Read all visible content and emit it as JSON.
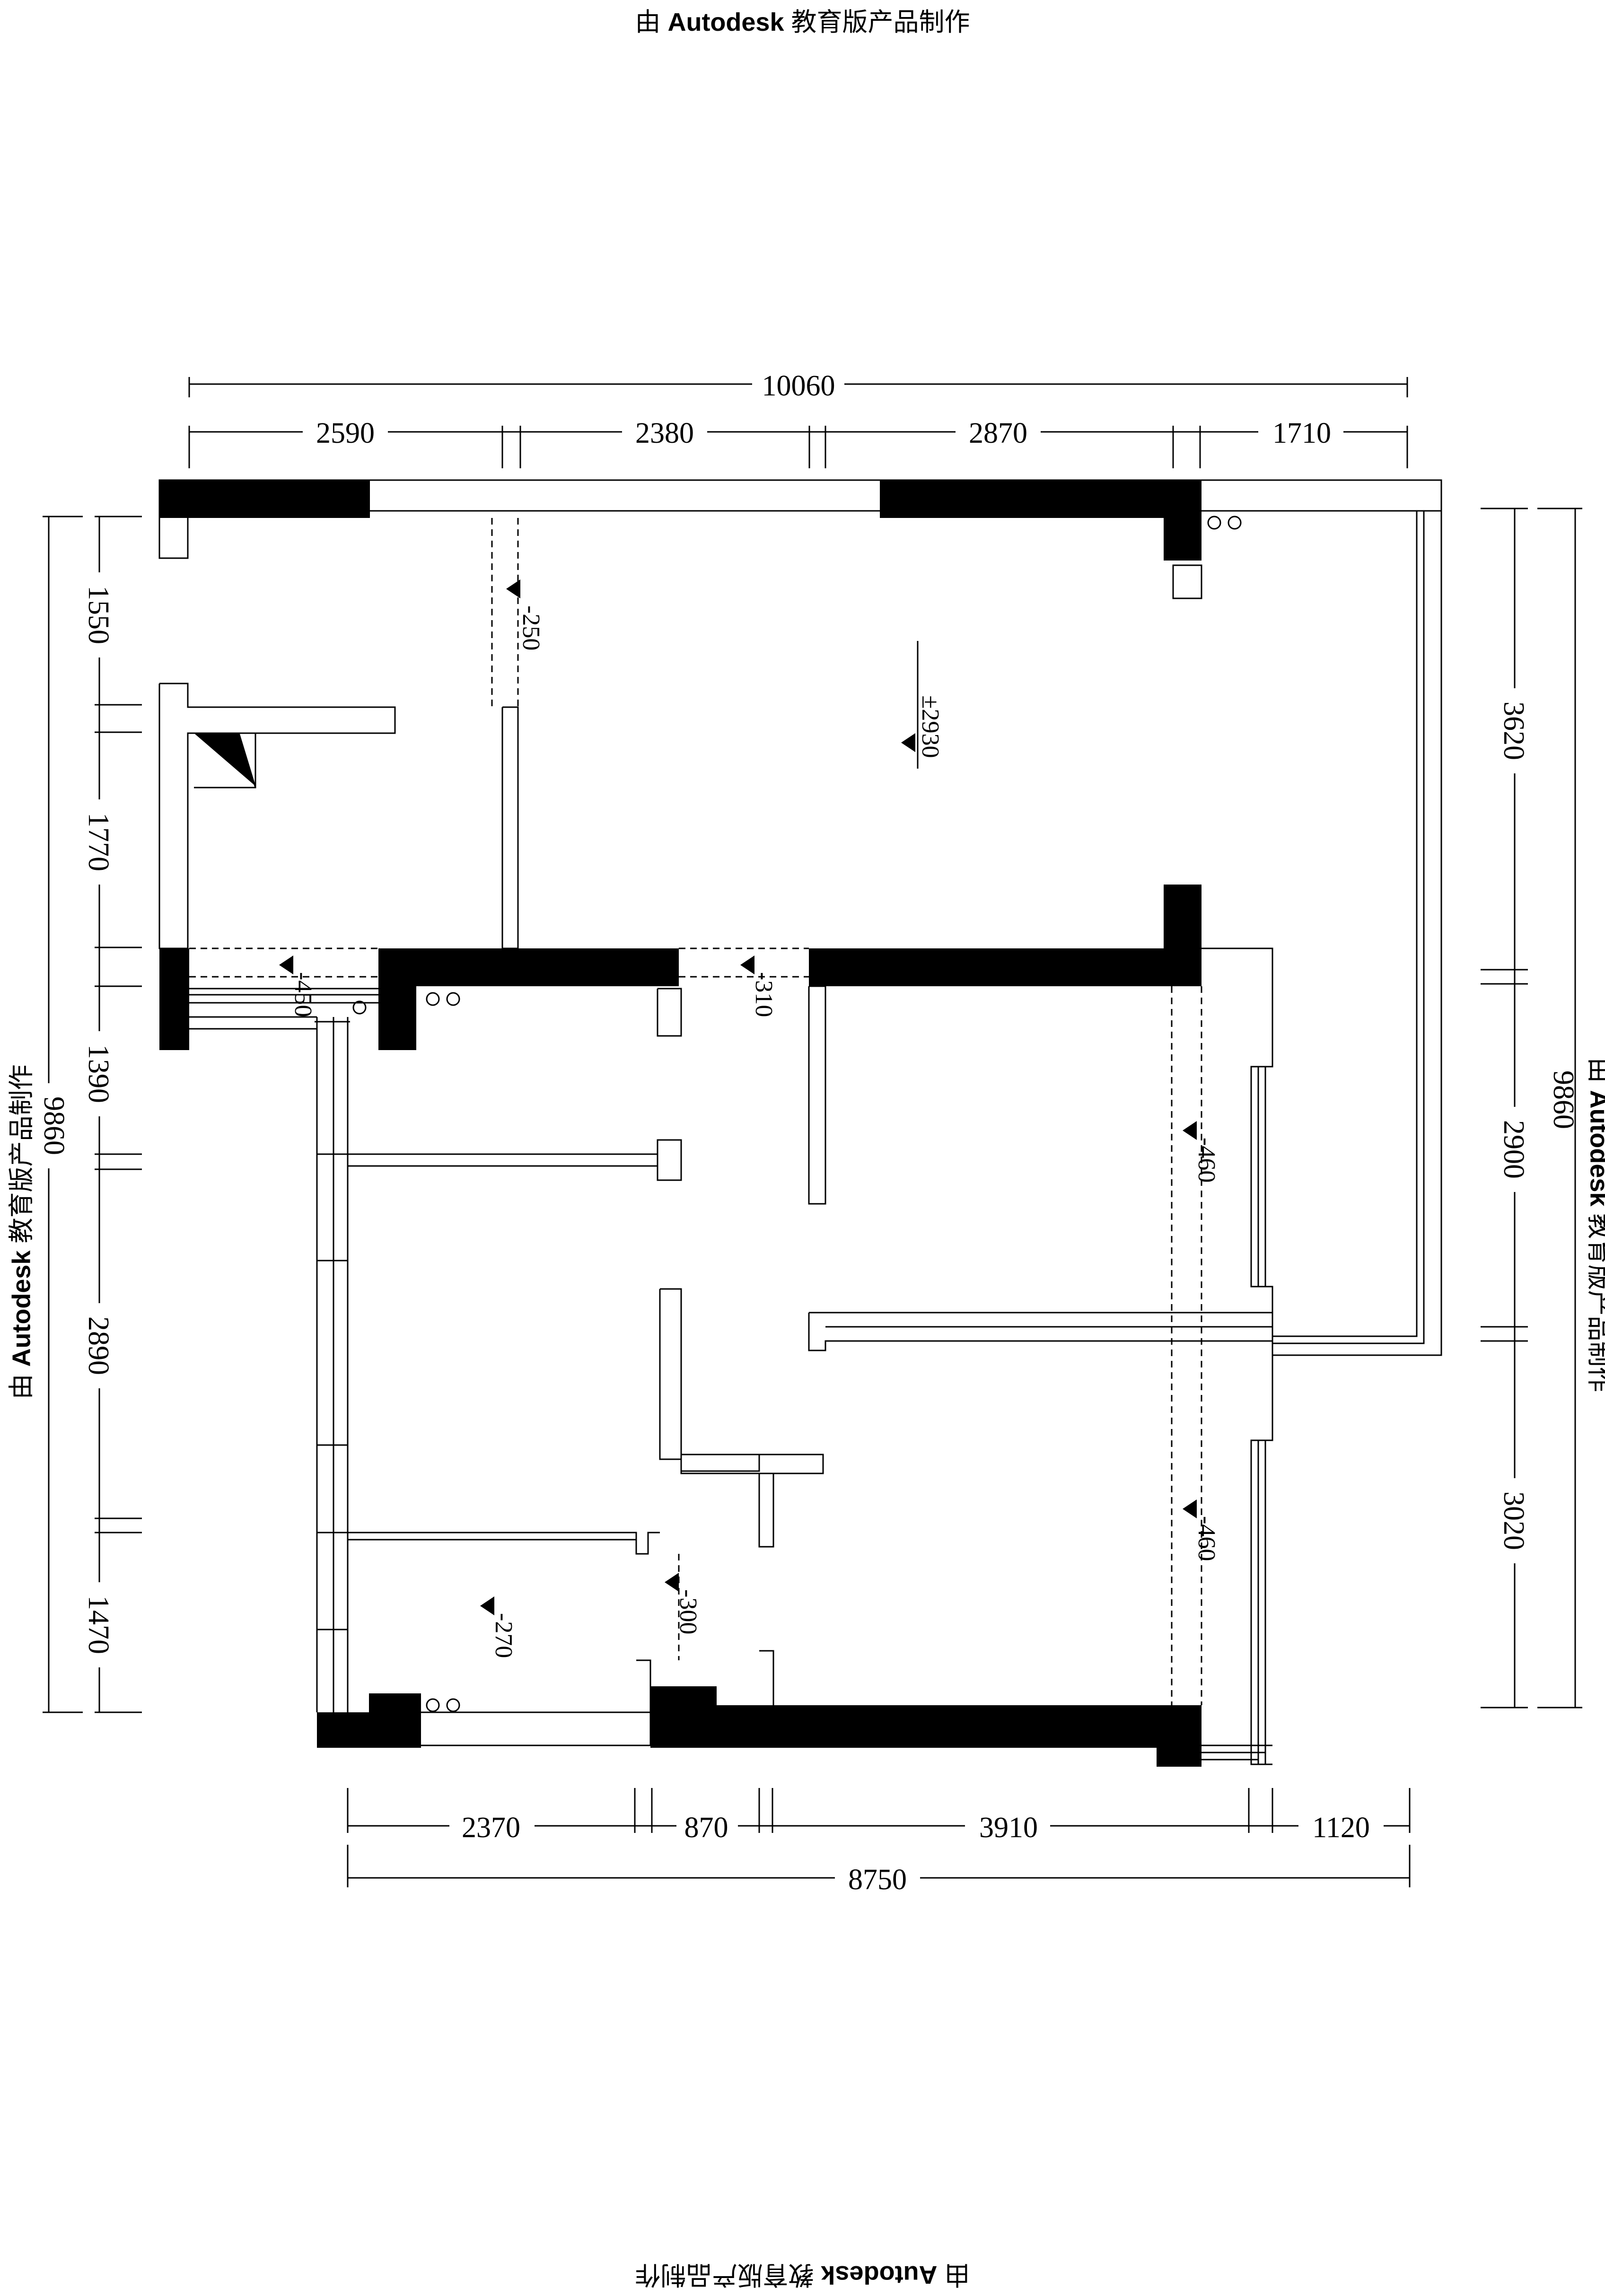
{
  "watermark": {
    "prefix": "由",
    "brand": "Autodesk",
    "suffix": "教育版产品制作",
    "suffix_bottom": "教育版产品制作"
  },
  "dimensions": {
    "top_total": "10060",
    "top_segments": [
      "2590",
      "2380",
      "2870",
      "1710"
    ],
    "bottom_segments": [
      "2370",
      "870",
      "3910",
      "1120"
    ],
    "bottom_total": "8750",
    "left_segments": [
      "1550",
      "1770",
      "1390",
      "2890",
      "1470"
    ],
    "left_total": "9860",
    "right_segments": [
      "3620",
      "2900",
      "3020"
    ],
    "right_total": "9860"
  },
  "levels": {
    "main": "±2930",
    "marks": [
      "-250",
      "-450",
      "-310",
      "-460",
      "-460",
      "-300",
      "-270"
    ]
  },
  "colors": {
    "wall_fill": "#000000",
    "line": "#000000",
    "background": "#ffffff"
  }
}
